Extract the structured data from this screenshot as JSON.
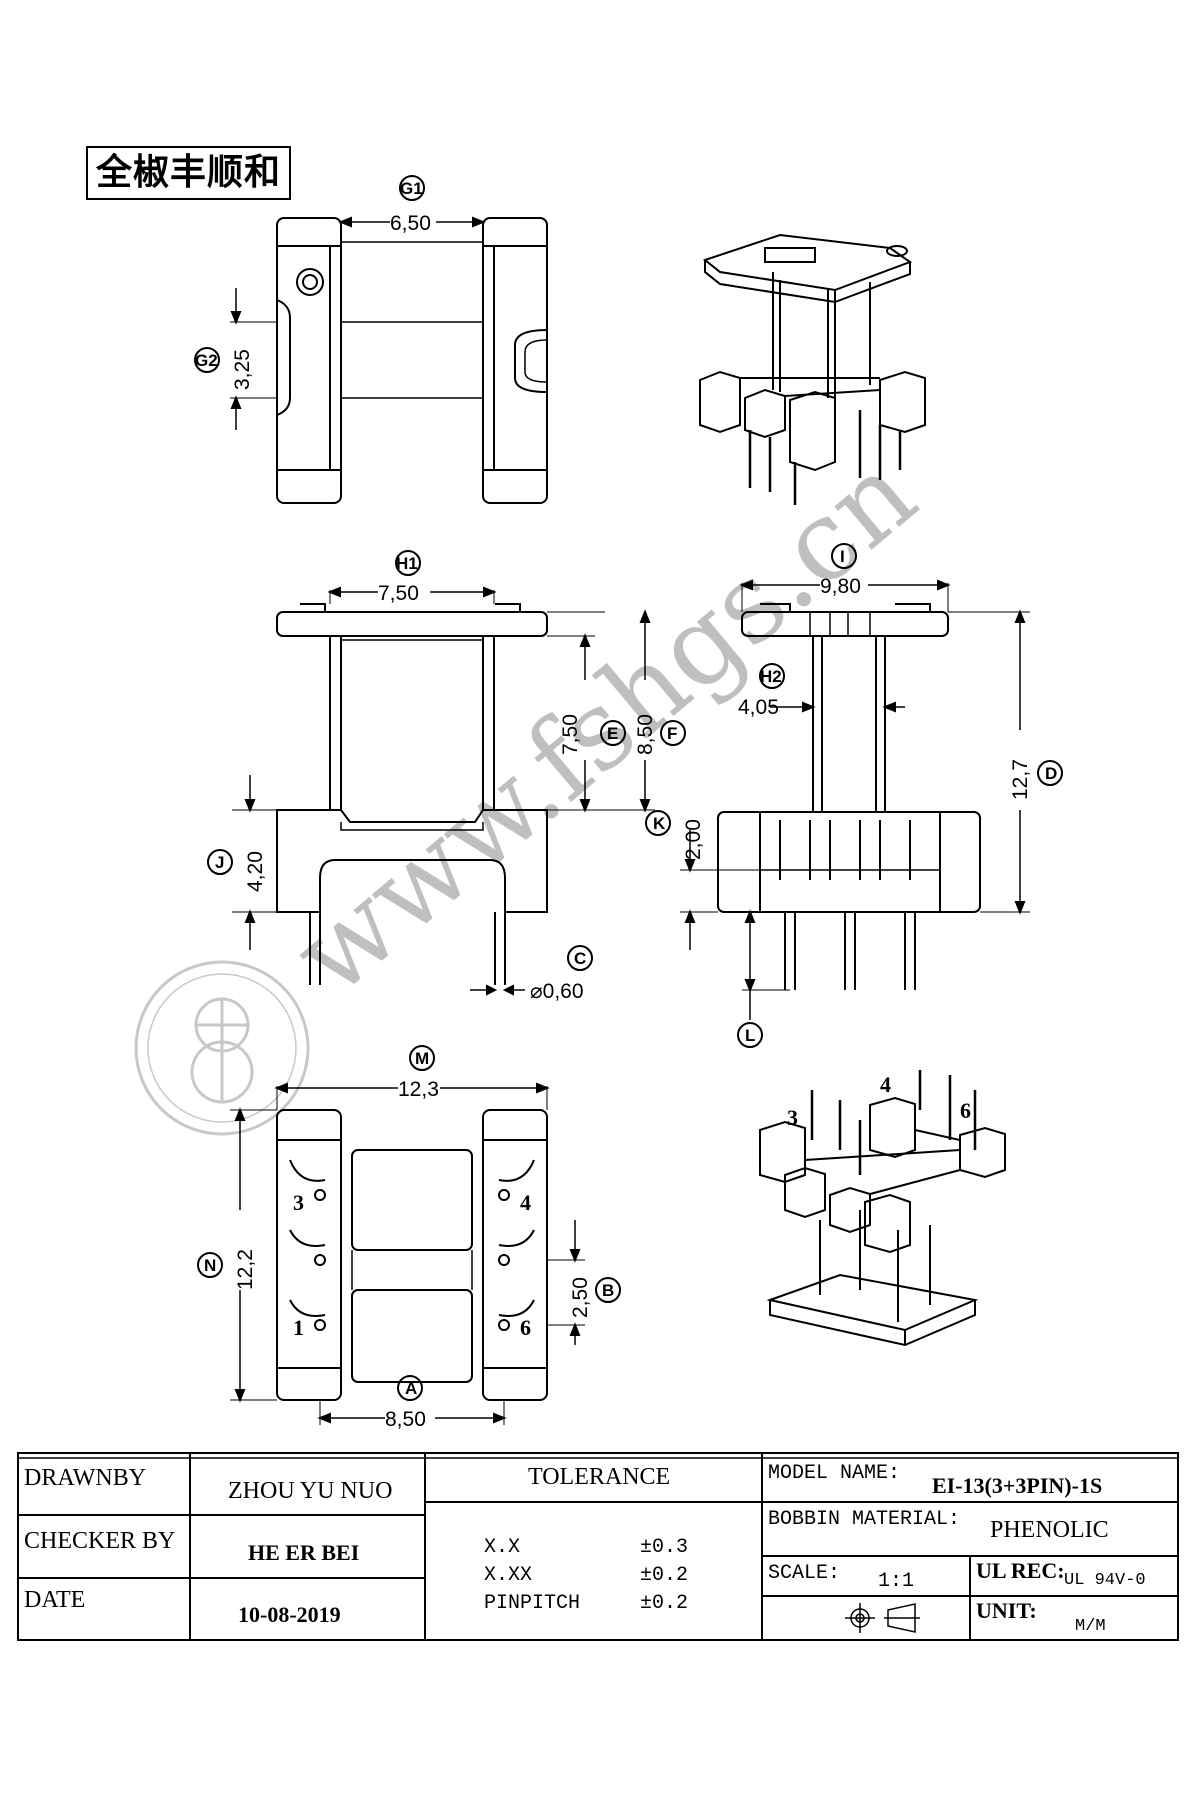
{
  "brand": "全椒丰顺和",
  "watermark": "www.fshgs.cn",
  "dimensions": {
    "G1": "6,50",
    "G2": "3,25",
    "H1": "7,50",
    "E": "7,50",
    "F": "8,50",
    "J": "4,20",
    "C": "⌀0,60",
    "I": "9,80",
    "H2": "4,05",
    "D": "12,7",
    "K": "2,00",
    "M": "12,3",
    "N": "12,2",
    "B": "2,50",
    "A": "8,50"
  },
  "labels": {
    "G1": "G1",
    "G2": "G2",
    "H1": "H1",
    "E": "E",
    "F": "F",
    "J": "J",
    "C": "C",
    "I": "I",
    "H2": "H2",
    "D": "D",
    "K": "K",
    "L": "L",
    "M": "M",
    "N": "N",
    "B": "B",
    "A": "A"
  },
  "pins": {
    "p1": "1",
    "p3": "3",
    "p4": "4",
    "p6": "6",
    "iso3": "3",
    "iso4": "4",
    "iso6": "6"
  },
  "title_block": {
    "drawn_label": "DRAWNBY",
    "drawn_value": "ZHOU YU NUO",
    "checker_label": "CHECKER BY",
    "checker_value": "HE ER BEI",
    "date_label": "DATE",
    "date_value": "10-08-2019",
    "tolerance_title": "TOLERANCE",
    "tol_rows": [
      {
        "k": "X.X",
        "v": "±0.3"
      },
      {
        "k": "X.XX",
        "v": "±0.2"
      },
      {
        "k": "PINPITCH",
        "v": "±0.2"
      }
    ],
    "model_label": "MODEL NAME:",
    "model_value": "EI-13(3+3PIN)-1S",
    "material_label": "BOBBIN MATERIAL:",
    "material_value": "PHENOLIC",
    "scale_label": "SCALE:",
    "scale_value": "1:1",
    "ul_label": "UL REC:",
    "ul_value": "UL 94V-0",
    "unit_label": "UNIT:",
    "unit_value": "M/M"
  }
}
